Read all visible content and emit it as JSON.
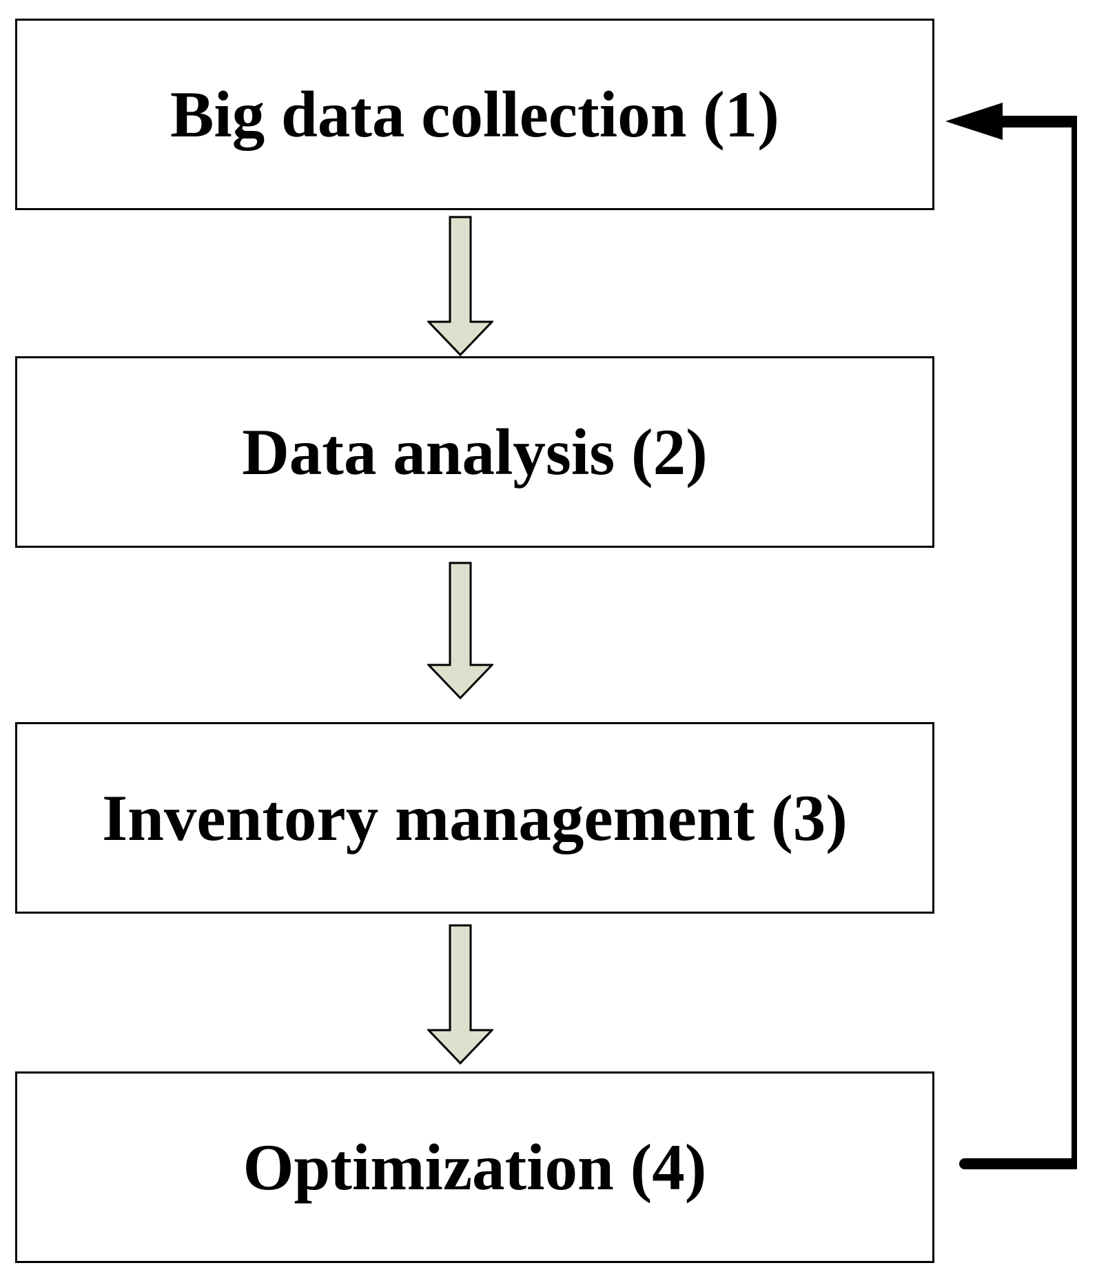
{
  "diagram": {
    "type": "flowchart",
    "boxes": [
      {
        "step": 1,
        "label": "Big data collection (1)"
      },
      {
        "step": 2,
        "label": "Data analysis (2)"
      },
      {
        "step": 3,
        "label": "Inventory management (3)"
      },
      {
        "step": 4,
        "label": "Optimization (4)"
      }
    ],
    "flow_arrows": [
      {
        "from": "Big data collection (1)",
        "to": "Data analysis (2)"
      },
      {
        "from": "Data analysis (2)",
        "to": "Inventory management (3)"
      },
      {
        "from": "Inventory management (3)",
        "to": "Optimization (4)"
      }
    ],
    "feedback_arrow": {
      "from": "Optimization (4)",
      "to": "Big data collection (1)"
    },
    "colors": {
      "background": "#ffffff",
      "box_fill": "#ffffff",
      "box_border": "#000000",
      "text": "#000000",
      "flow_arrow_fill": "#dde0cc",
      "flow_arrow_border": "#000000",
      "feedback_line": "#000000"
    }
  }
}
